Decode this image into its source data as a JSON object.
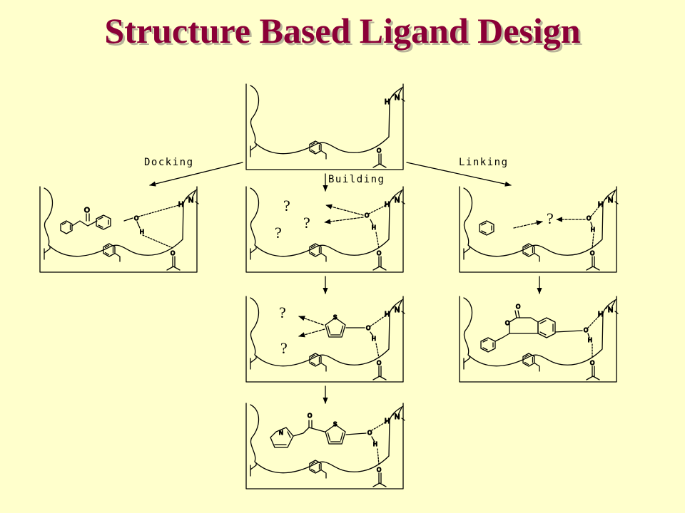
{
  "title": "Structure Based Ligand Design",
  "labels": {
    "docking": "Docking",
    "building": "Building",
    "linking": "Linking"
  },
  "atoms": {
    "H": "H",
    "N": "N",
    "O": "O",
    "S": "S",
    "question": "?"
  },
  "colors": {
    "background": "#FFFFCC",
    "title": "#8B0037"
  }
}
